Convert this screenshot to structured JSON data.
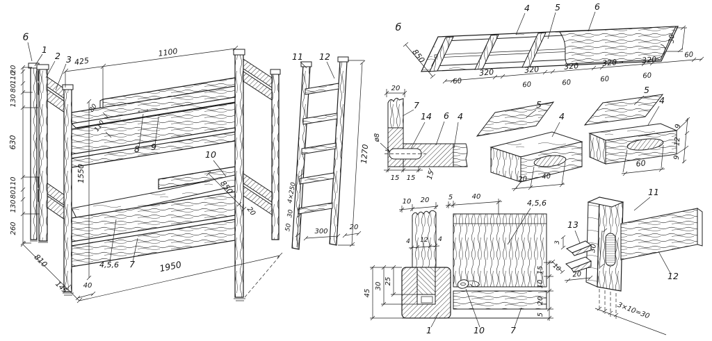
{
  "drawing": {
    "kind": "bunk-bed woodworking drawing",
    "ink_color": "#1c1c1c",
    "paper_color": "#ffffff"
  },
  "bed": {
    "labels": {
      "n6": "6",
      "n1": "1",
      "n2": "2",
      "n3": "3",
      "n8": "8",
      "n9": "9",
      "n10": "10",
      "n456": "4,5,6",
      "n7": "7"
    },
    "height_chain": [
      "20",
      "110",
      "80",
      "130",
      "630",
      "110",
      "80",
      "130",
      "260"
    ],
    "top_dims": {
      "d425": "425",
      "d1100": "1100"
    },
    "rail_dims": {
      "d80": "80",
      "d110": "110"
    },
    "overall": {
      "height": "1550",
      "length": "1950",
      "depth": "810",
      "d145": "145",
      "d40": "40"
    },
    "mattress": {
      "d850": "850",
      "d20": "20"
    }
  },
  "ladder": {
    "labels": {
      "n11": "11",
      "n12": "12"
    },
    "dims": {
      "height": "1270",
      "spacing": "4×250",
      "d30": "30",
      "d50": "50",
      "width": "300",
      "d20": "20"
    }
  },
  "panel": {
    "view_letter": "б",
    "labels": {
      "n4": "4",
      "n5": "5",
      "n6": "6"
    },
    "dims": {
      "depth": "850",
      "end": "30"
    },
    "bottom_chain": [
      "60",
      "320",
      "60",
      "320",
      "60",
      "320",
      "60",
      "320",
      "60",
      "320",
      "60"
    ]
  },
  "section": {
    "labels": {
      "n7": "7",
      "n14": "14",
      "n6": "6",
      "n4": "4"
    },
    "dims": {
      "d20": "20",
      "dowel": "ø8",
      "d15": [
        "15",
        "15",
        "15"
      ]
    }
  },
  "block1": {
    "labels": {
      "n5": "5",
      "n4": "4"
    },
    "dims": {
      "d20": "20",
      "d40": "40"
    }
  },
  "block2": {
    "labels": {
      "n5": "5",
      "n4": "4"
    },
    "dims": {
      "d60": "60",
      "side": [
        "9",
        "12",
        "9"
      ]
    }
  },
  "corner": {
    "labels": {
      "n1": "1",
      "n10": "10",
      "n7": "7",
      "n456": "4,5,6"
    },
    "top_dims": [
      "10",
      "20",
      "5",
      "40"
    ],
    "tenon_dims": [
      "4",
      "12",
      "4"
    ],
    "left_dims": [
      "45",
      "30",
      "25"
    ],
    "right_chain": [
      "15",
      "10",
      "20",
      "5"
    ]
  },
  "tenon": {
    "labels": {
      "n11": "11",
      "n12": "12",
      "n13": "13"
    },
    "dims": {
      "d3": "3",
      "d10": "10",
      "d20": "20",
      "d30": "30",
      "formula": "3×10=30"
    }
  }
}
